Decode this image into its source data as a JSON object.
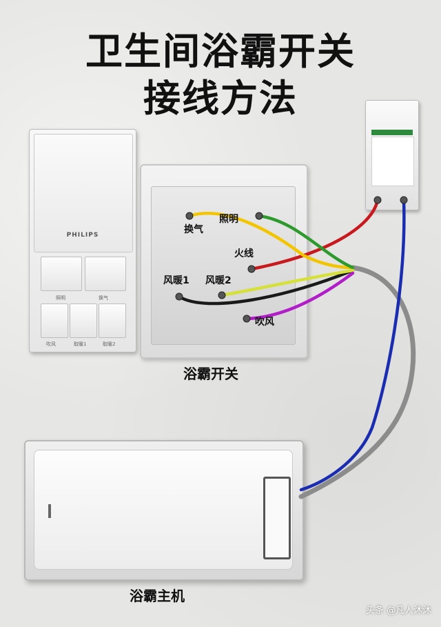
{
  "title": {
    "line1": "卫生间浴霸开关",
    "line2": "接线方法"
  },
  "philips_panel": {
    "brand": "PHILIPS",
    "labels": [
      "照明",
      "换气",
      "吹风",
      "取暖1",
      "取暖2"
    ]
  },
  "switch": {
    "caption": "浴霸开关",
    "terminals": {
      "vent": "换气",
      "light": "照明",
      "live": "火线",
      "heat1": "风暖1",
      "heat2": "风暖2",
      "blow": "吹风"
    }
  },
  "host": {
    "caption": "浴霸主机"
  },
  "watermark": "头条 @凡人沐沐",
  "colors": {
    "yellow": "#f2c500",
    "green": "#2e9a2e",
    "red": "#c8191e",
    "lime": "#d6e03a",
    "black": "#1a1a1a",
    "purple": "#b11ec8",
    "blue": "#1a2db0",
    "gray": "#8c8c8c"
  }
}
